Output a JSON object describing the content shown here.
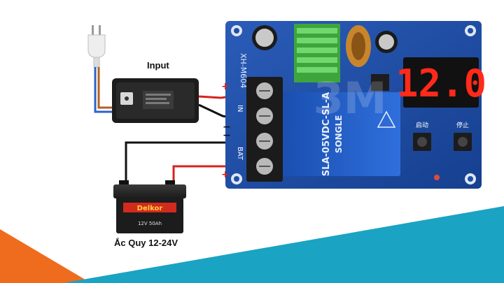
{
  "labels": {
    "input": "Input",
    "battery": "Ắc Quy 12-24V"
  },
  "board": {
    "display_value": "12.0",
    "model": "XH-M604",
    "relay_brand": "SONGLE",
    "relay_model": "SLA-05VDC-SL-A",
    "start_label": "启动",
    "stop_label": "停止",
    "terminal_in": "IN",
    "terminal_bat": "BAT",
    "watermark": "3M"
  },
  "battery": {
    "brand": "Delkor",
    "spec": "12V 50Ah"
  },
  "colors": {
    "board": "#1f4fa8",
    "display_digit": "#ff2a1a",
    "accent_teal": "#1aa3c3",
    "accent_orange": "#ef6c1f",
    "relay": "#1c58c0",
    "heatsink": "#4bbf4a"
  }
}
